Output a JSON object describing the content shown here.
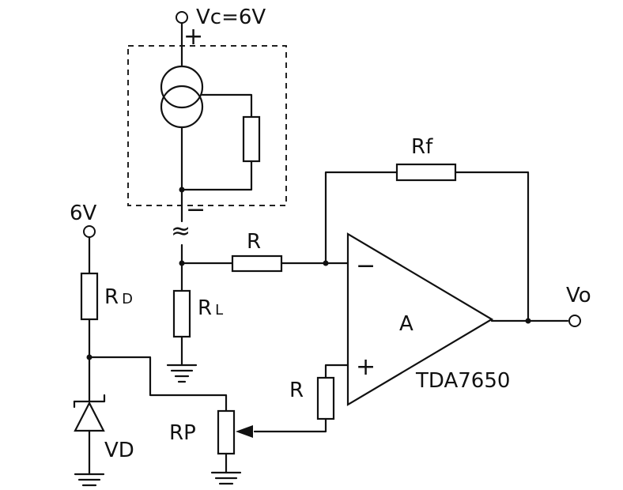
{
  "labels": {
    "supply": "Vc=6V",
    "supply_plus": "+",
    "supply_minus": "−",
    "ref_voltage": "6V",
    "rd_main": "R",
    "rd_sub": "D",
    "rl_main": "R",
    "rl_sub": "L",
    "r_input": "R",
    "r_plus": "R",
    "rf": "Rf",
    "rp": "RP",
    "vd": "VD",
    "amp": "A",
    "amp_part": "TDA7650",
    "amp_minus": "−",
    "amp_plus": "+",
    "output": "Vo",
    "ac_symbol": "≈"
  }
}
